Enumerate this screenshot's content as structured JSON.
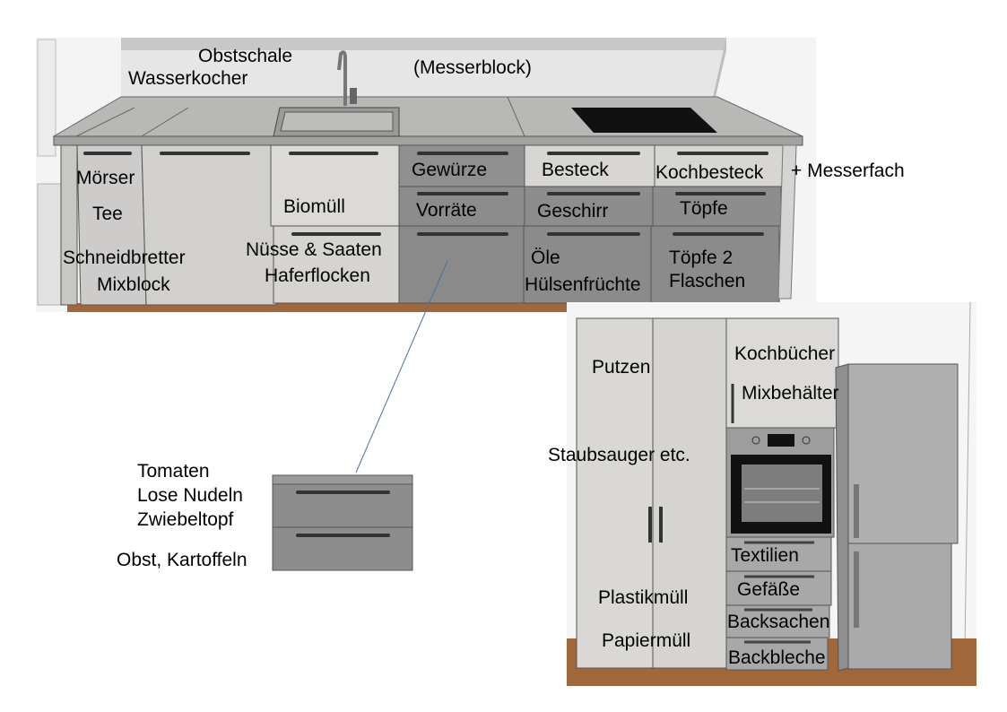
{
  "top_view": {
    "wall_labels": {
      "obstschale": "Obstschale",
      "wasserkocher": "Wasserkocher",
      "messerblock": "(Messerblock)"
    },
    "cabinets": {
      "col1": [
        "Mörser",
        "Tee",
        "Schneidbretter",
        "Mixblock"
      ],
      "biomuell": "Biomüll",
      "col3_bottom": [
        "Nüsse & Saaten",
        "Haferflocken"
      ],
      "col4": [
        "Gewürze",
        "Vorräte"
      ],
      "col5": [
        "Besteck",
        "Geschirr",
        "Öle",
        "Hülsenfrüchte"
      ],
      "col6": [
        "Kochbesteck",
        "Töpfe",
        "Töpfe 2",
        "Flaschen"
      ],
      "messerfach": "+ Messerfach"
    }
  },
  "detail_drawer": {
    "labels": [
      "Tomaten",
      "Lose Nudeln",
      "Zwiebeltopf"
    ],
    "bottom_label": "Obst, Kartoffeln"
  },
  "tall_units": {
    "left_cabinet": [
      "Putzen",
      "Staubsauger etc.",
      "Plastikmüll",
      "Papiermüll"
    ],
    "upper_right": [
      "Kochbücher",
      "Mixbehälter"
    ],
    "drawers": [
      "Textilien",
      "Gefäße",
      "Backsachen",
      "Backbleche"
    ]
  },
  "colors": {
    "cabinet_light": "#d4d2cf",
    "cabinet_dark": "#8f8f8f",
    "counter": "#a8a8a6",
    "floor": "#a0683a",
    "leader_line": "#4a6fa5"
  }
}
